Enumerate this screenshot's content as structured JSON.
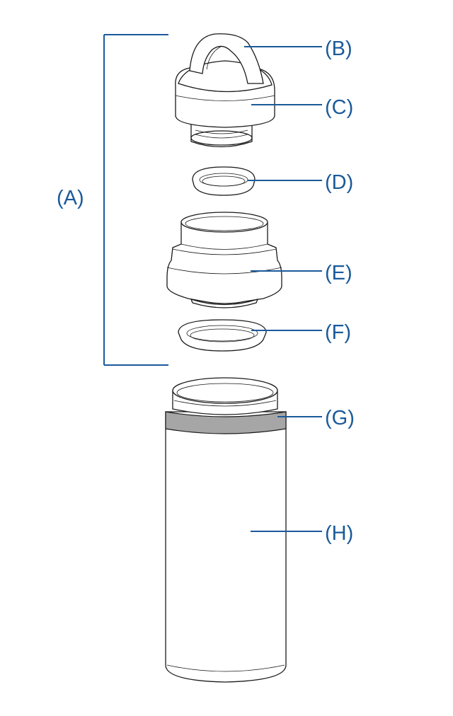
{
  "labels": {
    "A": "(A)",
    "B": "(B)",
    "C": "(C)",
    "D": "(D)",
    "E": "(E)",
    "F": "(F)",
    "G": "(G)",
    "H": "(H)"
  },
  "colors": {
    "label": "#1a5a9a",
    "outline": "#1a1a1a",
    "band": "#a6a6a6"
  }
}
